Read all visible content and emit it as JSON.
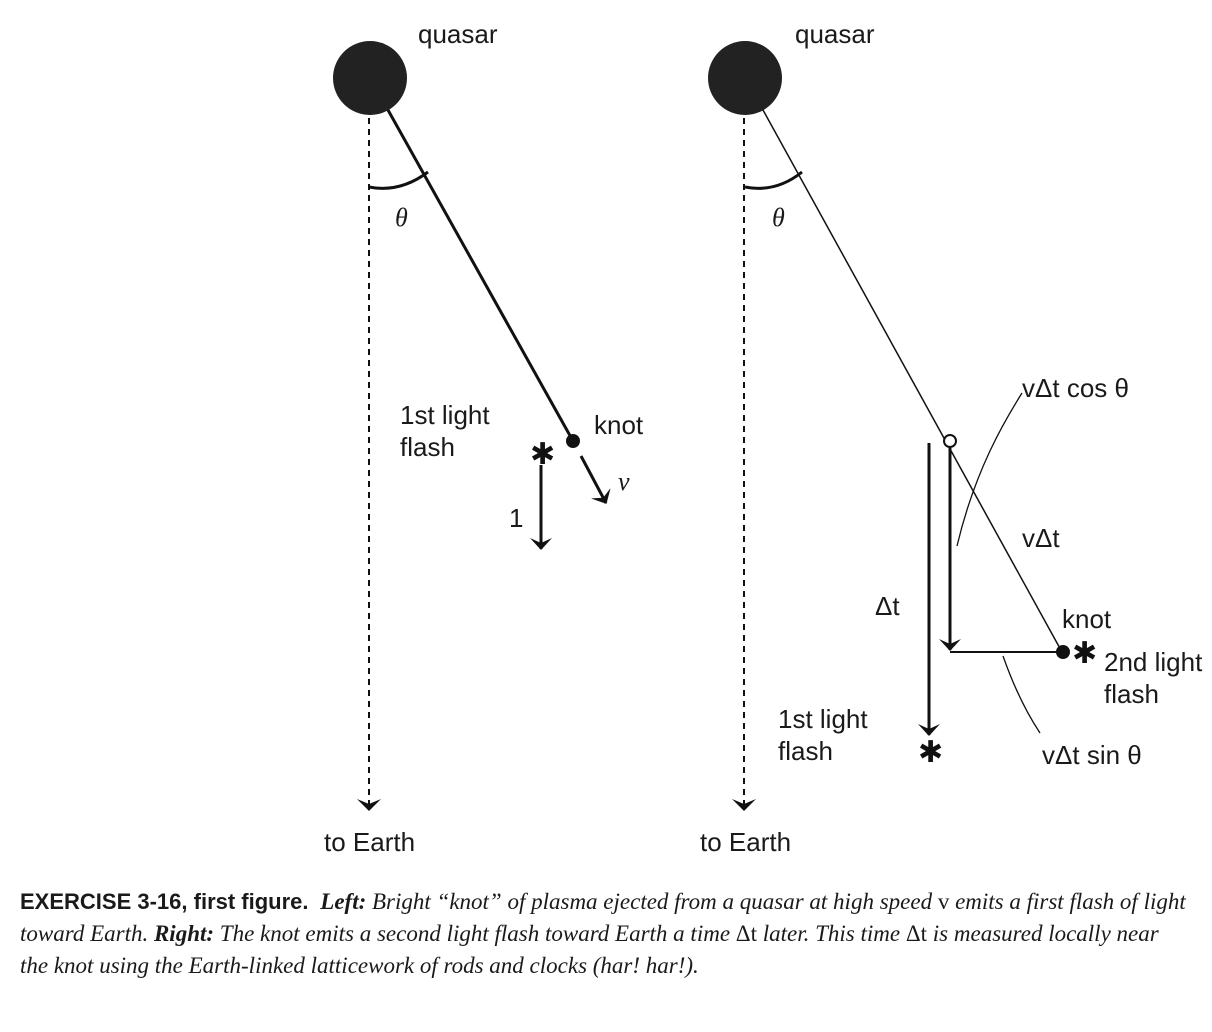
{
  "left_panel": {
    "quasar_label": "quasar",
    "angle_label": "θ",
    "flash_label_line1": "1st light",
    "flash_label_line2": "flash",
    "knot_label": "knot",
    "velocity_label": "v",
    "light_arrow_label": "1",
    "earth_label": "to Earth"
  },
  "right_panel": {
    "quasar_label": "quasar",
    "angle_label": "θ",
    "vdt_cos_label": "vΔt cos θ",
    "vdt_label": "vΔt",
    "dt_label": "Δt",
    "knot_label": "knot",
    "second_flash_line1": "2nd light",
    "second_flash_line2": "flash",
    "first_flash_line1": "1st light",
    "first_flash_line2": "flash",
    "vdt_sin_label": "vΔt sin θ",
    "earth_label": "to Earth"
  },
  "caption": {
    "heading": "EXERCISE 3-16, first figure.",
    "left_tag": "Left:",
    "left_text_a": "Bright “knot” of plasma ejected from a quasar at high speed",
    "v_symbol": "v",
    "left_text_b": "emits a first flash of light toward Earth.",
    "right_tag": "Right:",
    "right_text_a": "The knot emits a second light flash toward Earth a time",
    "dt_symbol_1": "Δt",
    "right_text_b": "later. This time",
    "dt_symbol_2": "Δt",
    "right_text_c": "is measured locally near the knot using the Earth-linked latticework of rods and clocks (har! har!)."
  }
}
